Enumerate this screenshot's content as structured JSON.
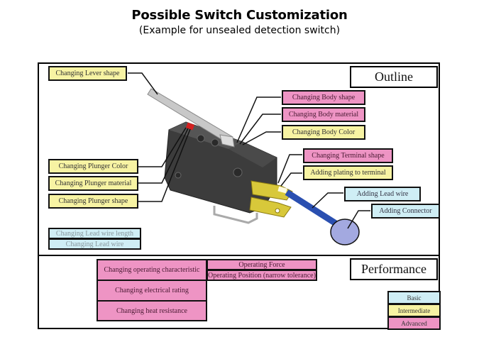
{
  "header": {
    "title": "Possible Switch Customization",
    "subtitle": "(Example for unsealed detection switch)"
  },
  "outline": {
    "section_title": "Outline",
    "labels": {
      "lever_shape": "Changing Lever shape",
      "body_shape": "Changing Body shape",
      "body_material": "Changing Body material",
      "body_color": "Changing Body Color",
      "terminal_shape": "Changing Terminal shape",
      "terminal_plating": "Adding plating to terminal",
      "lead_wire": "Adding Lead wire",
      "connector": "Adding Connector",
      "plunger_color": "Changing Plunger Color",
      "plunger_material": "Changing Plunger material",
      "plunger_shape": "Changing Plunger shape",
      "lead_wire_length": "Changing Lead wire length",
      "change_lead_wire": "Changing Lead wire"
    }
  },
  "performance": {
    "section_title": "Performance",
    "labels": {
      "operating_characteristic": "Changing operating characteristic",
      "operating_force": "Operating Force",
      "operating_position": "Operating Position (narrow tolerance)",
      "electrical_rating": "Changing electrical rating",
      "heat_resistance": "Changing heat resistance"
    }
  },
  "legend": {
    "items": [
      {
        "label": "Basic",
        "color": "#cfeef5"
      },
      {
        "label": "Intermediate",
        "color": "#f7f3a3"
      },
      {
        "label": "Advanced",
        "color": "#ee94c4"
      }
    ]
  },
  "colors": {
    "basic": "#cfeef5",
    "intermediate": "#f7f3a3",
    "advanced": "#ee94c4",
    "switch_body": "#3a3a3a",
    "plunger": "#d42020",
    "terminal": "#d8c83a",
    "lead_wire": "#2a4fb0",
    "connector": "#a3a9e0"
  }
}
